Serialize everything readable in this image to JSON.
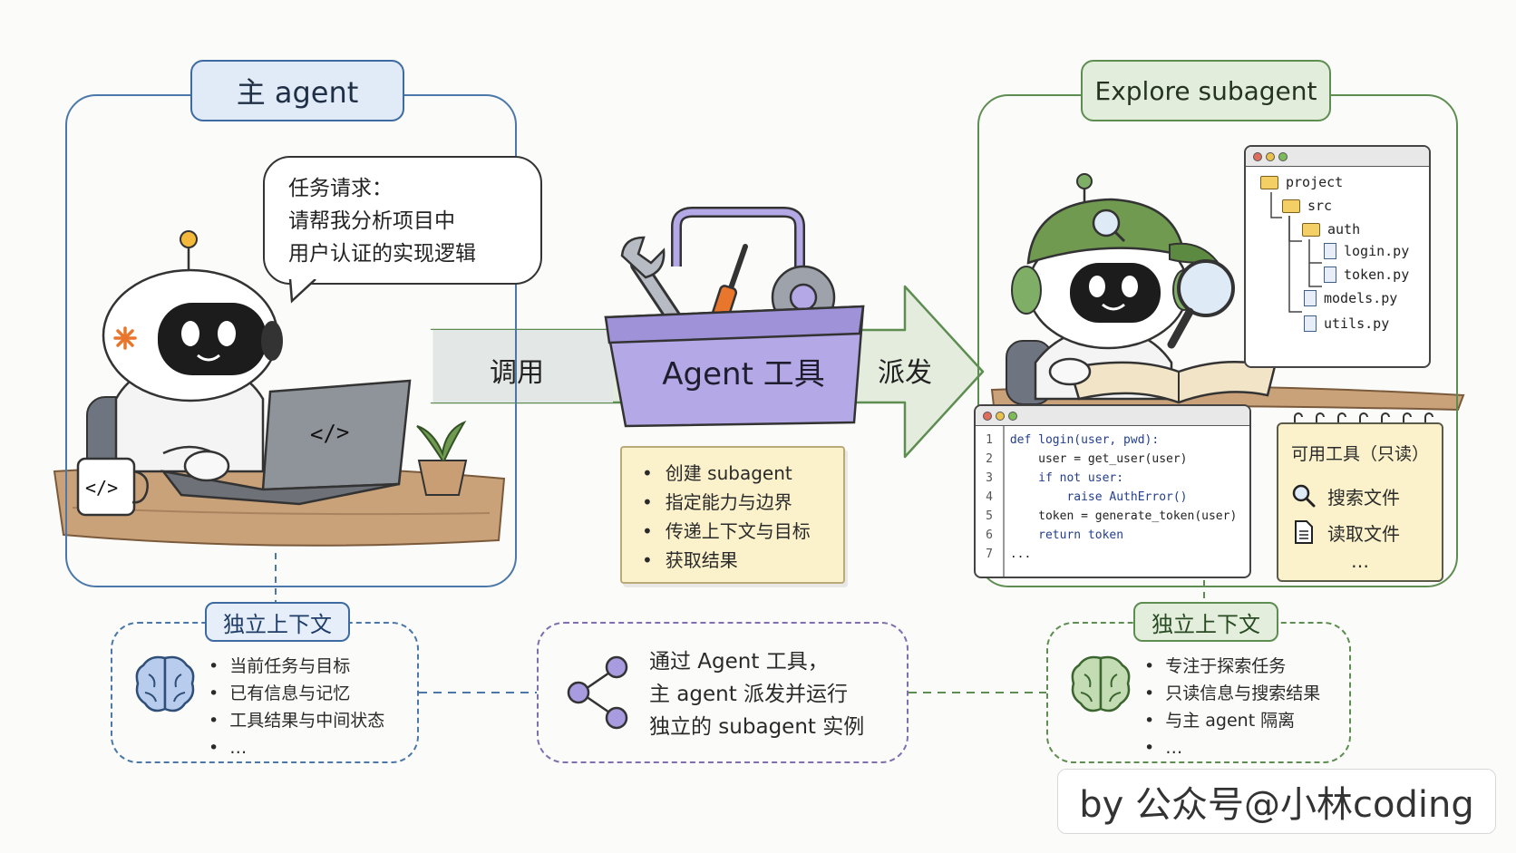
{
  "main_agent": {
    "title": "主 agent",
    "speech_bubble": [
      "任务请求：",
      "请帮我分析项目中",
      "用户认证的实现逻辑"
    ],
    "laptop_glyph": "</>",
    "mug_glyph": "</>"
  },
  "flow": {
    "invoke_label": "调用",
    "dispatch_label": "派发",
    "toolbox_label": "Agent 工具",
    "toolbox_items": [
      "创建 subagent",
      "指定能力与边界",
      "传递上下文与目标",
      "获取结果"
    ]
  },
  "subagent": {
    "title": "Explore subagent",
    "file_tree": [
      {
        "name": "project",
        "kind": "folder",
        "depth": 0
      },
      {
        "name": "src",
        "kind": "folder",
        "depth": 1
      },
      {
        "name": "auth",
        "kind": "folder",
        "depth": 2
      },
      {
        "name": "login.py",
        "kind": "file",
        "depth": 3
      },
      {
        "name": "token.py",
        "kind": "file",
        "depth": 3
      },
      {
        "name": "models.py",
        "kind": "file",
        "depth": 2
      },
      {
        "name": "utils.py",
        "kind": "file",
        "depth": 2
      }
    ],
    "code_lines": [
      {
        "n": "1",
        "text": "def login(user, pwd):"
      },
      {
        "n": "2",
        "text": "    user = get_user(user)"
      },
      {
        "n": "3",
        "text": "    if not user:"
      },
      {
        "n": "4",
        "text": "        raise AuthError()"
      },
      {
        "n": "5",
        "text": "    token = generate_token(user)"
      },
      {
        "n": "6",
        "text": "    return token"
      },
      {
        "n": "7",
        "text": "..."
      }
    ],
    "tools_title": "可用工具（只读）",
    "tools": [
      "搜索文件",
      "读取文件"
    ],
    "tools_more": "…"
  },
  "context_left": {
    "tag": "独立上下文",
    "items": [
      "当前任务与目标",
      "已有信息与记忆",
      "工具结果与中间状态",
      "…"
    ]
  },
  "context_middle": {
    "lines": [
      "通过 Agent 工具，",
      "主 agent 派发并运行",
      "独立的 subagent 实例"
    ]
  },
  "context_right": {
    "tag": "独立上下文",
    "items": [
      "专注于探索任务",
      "只读信息与搜索结果",
      "与主 agent 隔离",
      "…"
    ]
  },
  "watermark": "by 公众号@小林coding",
  "colors": {
    "main_blue": "#4b78a8",
    "sub_green": "#5e8d52",
    "toolbox_purple": "#a99be0",
    "note_yellow": "#fbf2cc",
    "link_purple": "#7f6fb0"
  },
  "icons": {
    "brain": "brain-icon",
    "share": "share-nodes-icon",
    "search": "magnifier-icon",
    "document": "document-icon",
    "folder": "folder-icon",
    "file": "file-icon"
  }
}
